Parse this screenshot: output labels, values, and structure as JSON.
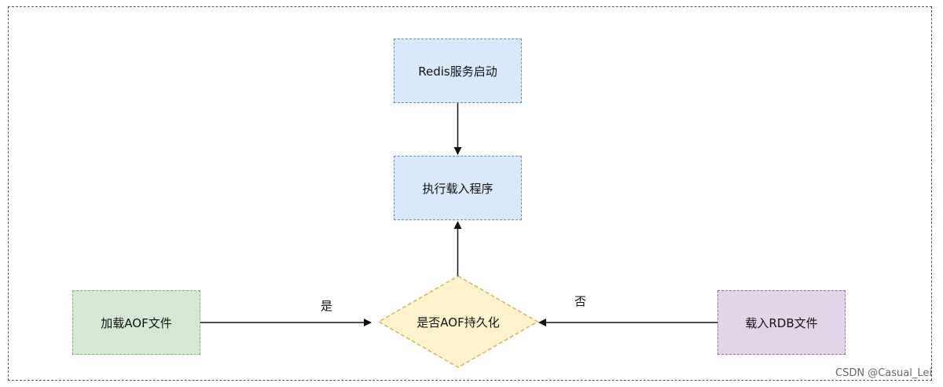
{
  "nodes": {
    "start": "Redis服务启动",
    "load_program": "执行载入程序",
    "decision": "是否AOF持久化",
    "load_aof": "加载AOF文件",
    "load_rdb": "载入RDB文件"
  },
  "edges": {
    "yes_label": "是",
    "no_label": "否"
  },
  "colors": {
    "blue_fill": "#dae8fc",
    "blue_stroke": "#6c8ebf",
    "green_fill": "#d5e8d4",
    "green_stroke": "#82b366",
    "purple_fill": "#e1d5e7",
    "purple_stroke": "#9673a6",
    "yellow_fill": "#fff2cc",
    "yellow_stroke": "#d6b656"
  },
  "watermark": "CSDN @Casual_Lei"
}
